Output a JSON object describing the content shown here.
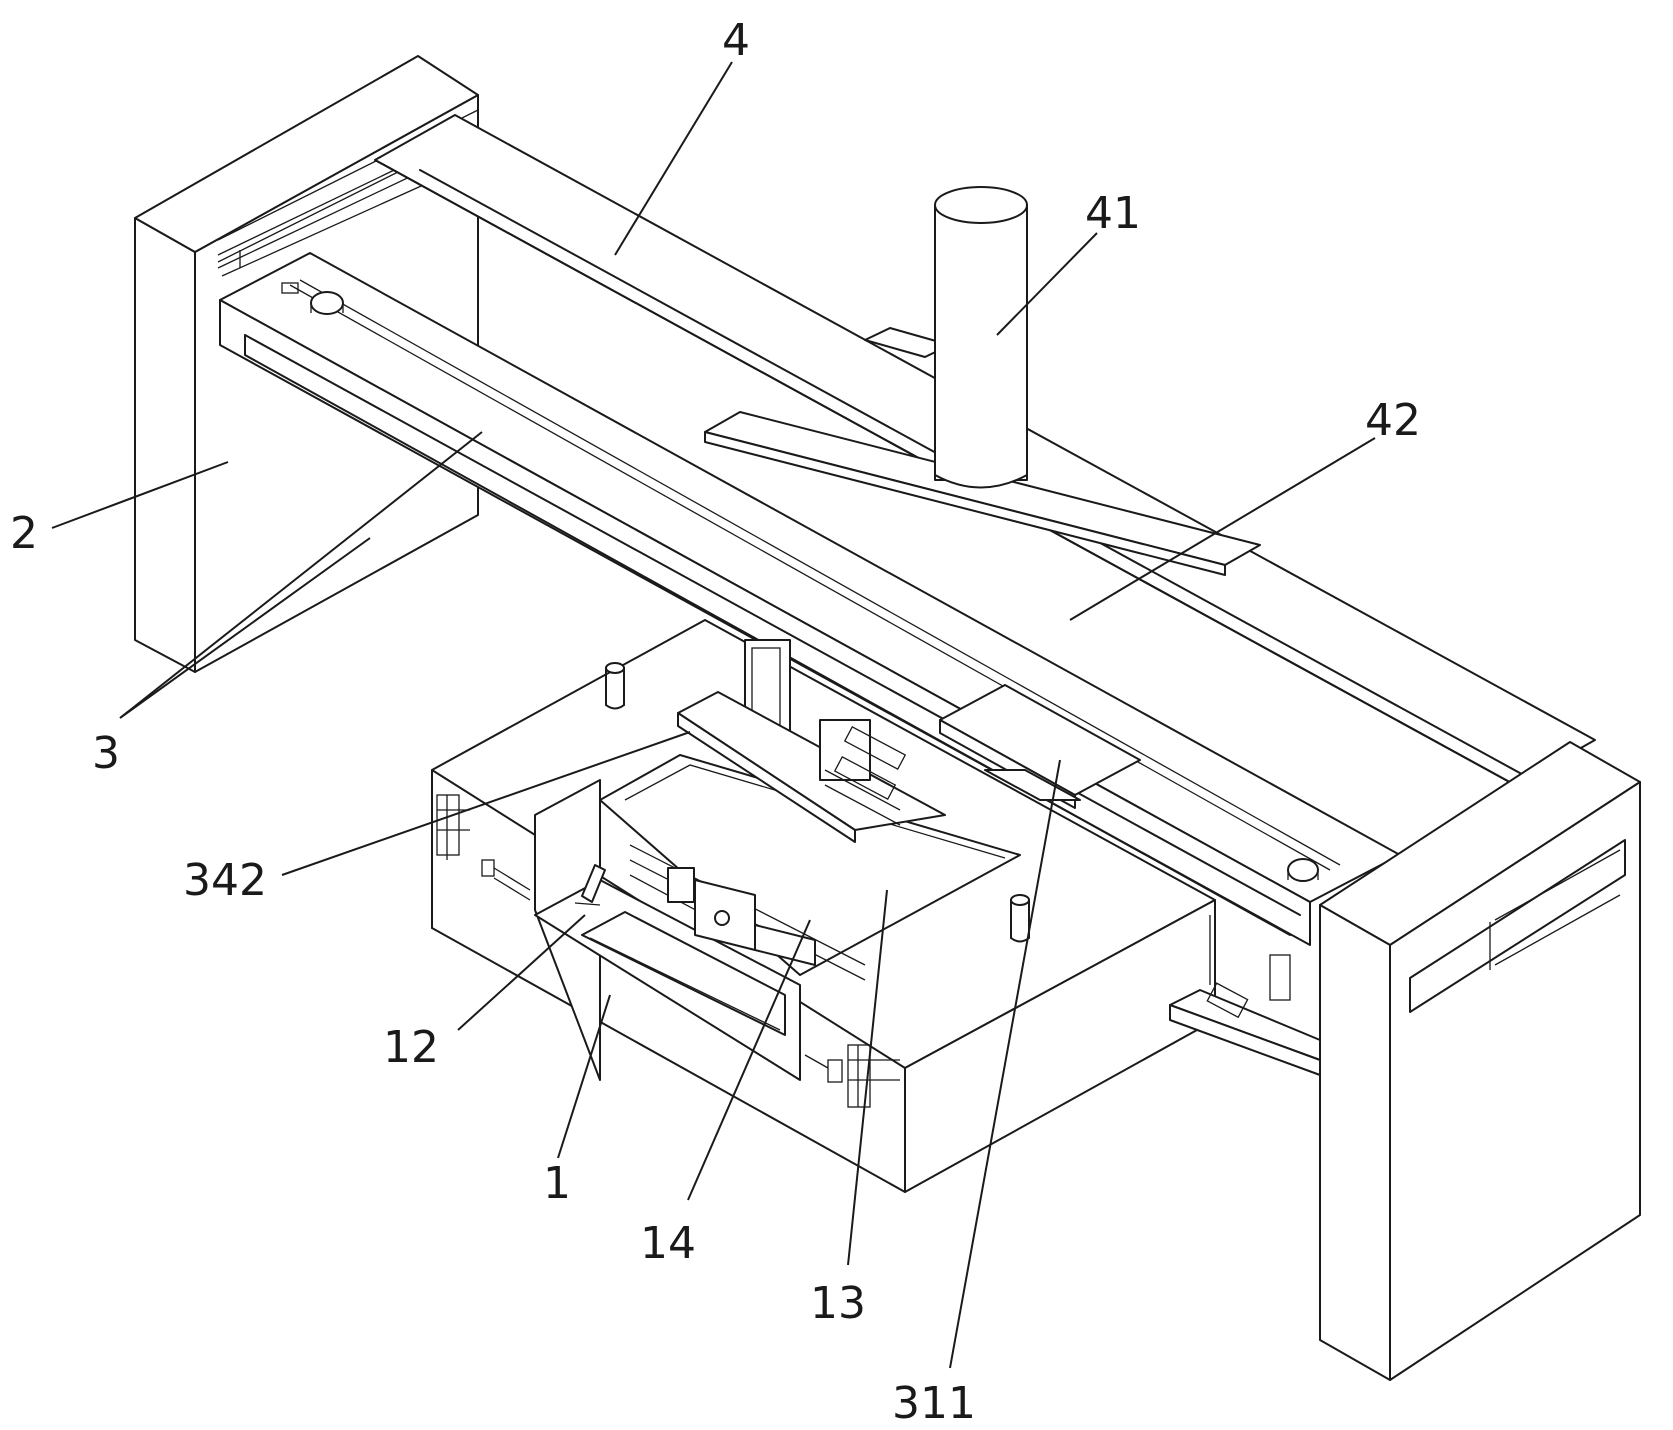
{
  "figure": {
    "labels": [
      {
        "id": "label-4",
        "text": "4"
      },
      {
        "id": "label-41",
        "text": "41"
      },
      {
        "id": "label-42",
        "text": "42"
      },
      {
        "id": "label-2",
        "text": "2"
      },
      {
        "id": "label-3",
        "text": "3"
      },
      {
        "id": "label-342",
        "text": "342"
      },
      {
        "id": "label-12",
        "text": "12"
      },
      {
        "id": "label-1",
        "text": "1"
      },
      {
        "id": "label-14",
        "text": "14"
      },
      {
        "id": "label-13",
        "text": "13"
      },
      {
        "id": "label-311",
        "text": "311"
      }
    ]
  }
}
